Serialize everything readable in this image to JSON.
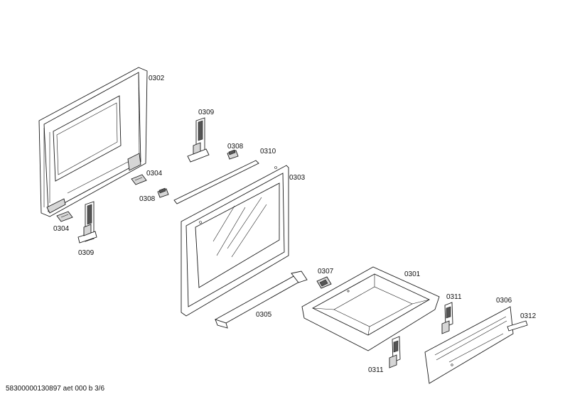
{
  "labels": {
    "p0302": "0302",
    "p0309_top": "0309",
    "p0308_top": "0308",
    "p0310": "0310",
    "p0304_right": "0304",
    "p0308_mid": "0308",
    "p0303": "0303",
    "p0304_left": "0304",
    "p0309_bottom": "0309",
    "p0307": "0307",
    "p0301": "0301",
    "p0311_right": "0311",
    "p0306": "0306",
    "p0312": "0312",
    "p0305": "0305",
    "p0311_bottom": "0311"
  },
  "footer": {
    "code": "58300000130897 aet 000 b 3/6"
  }
}
